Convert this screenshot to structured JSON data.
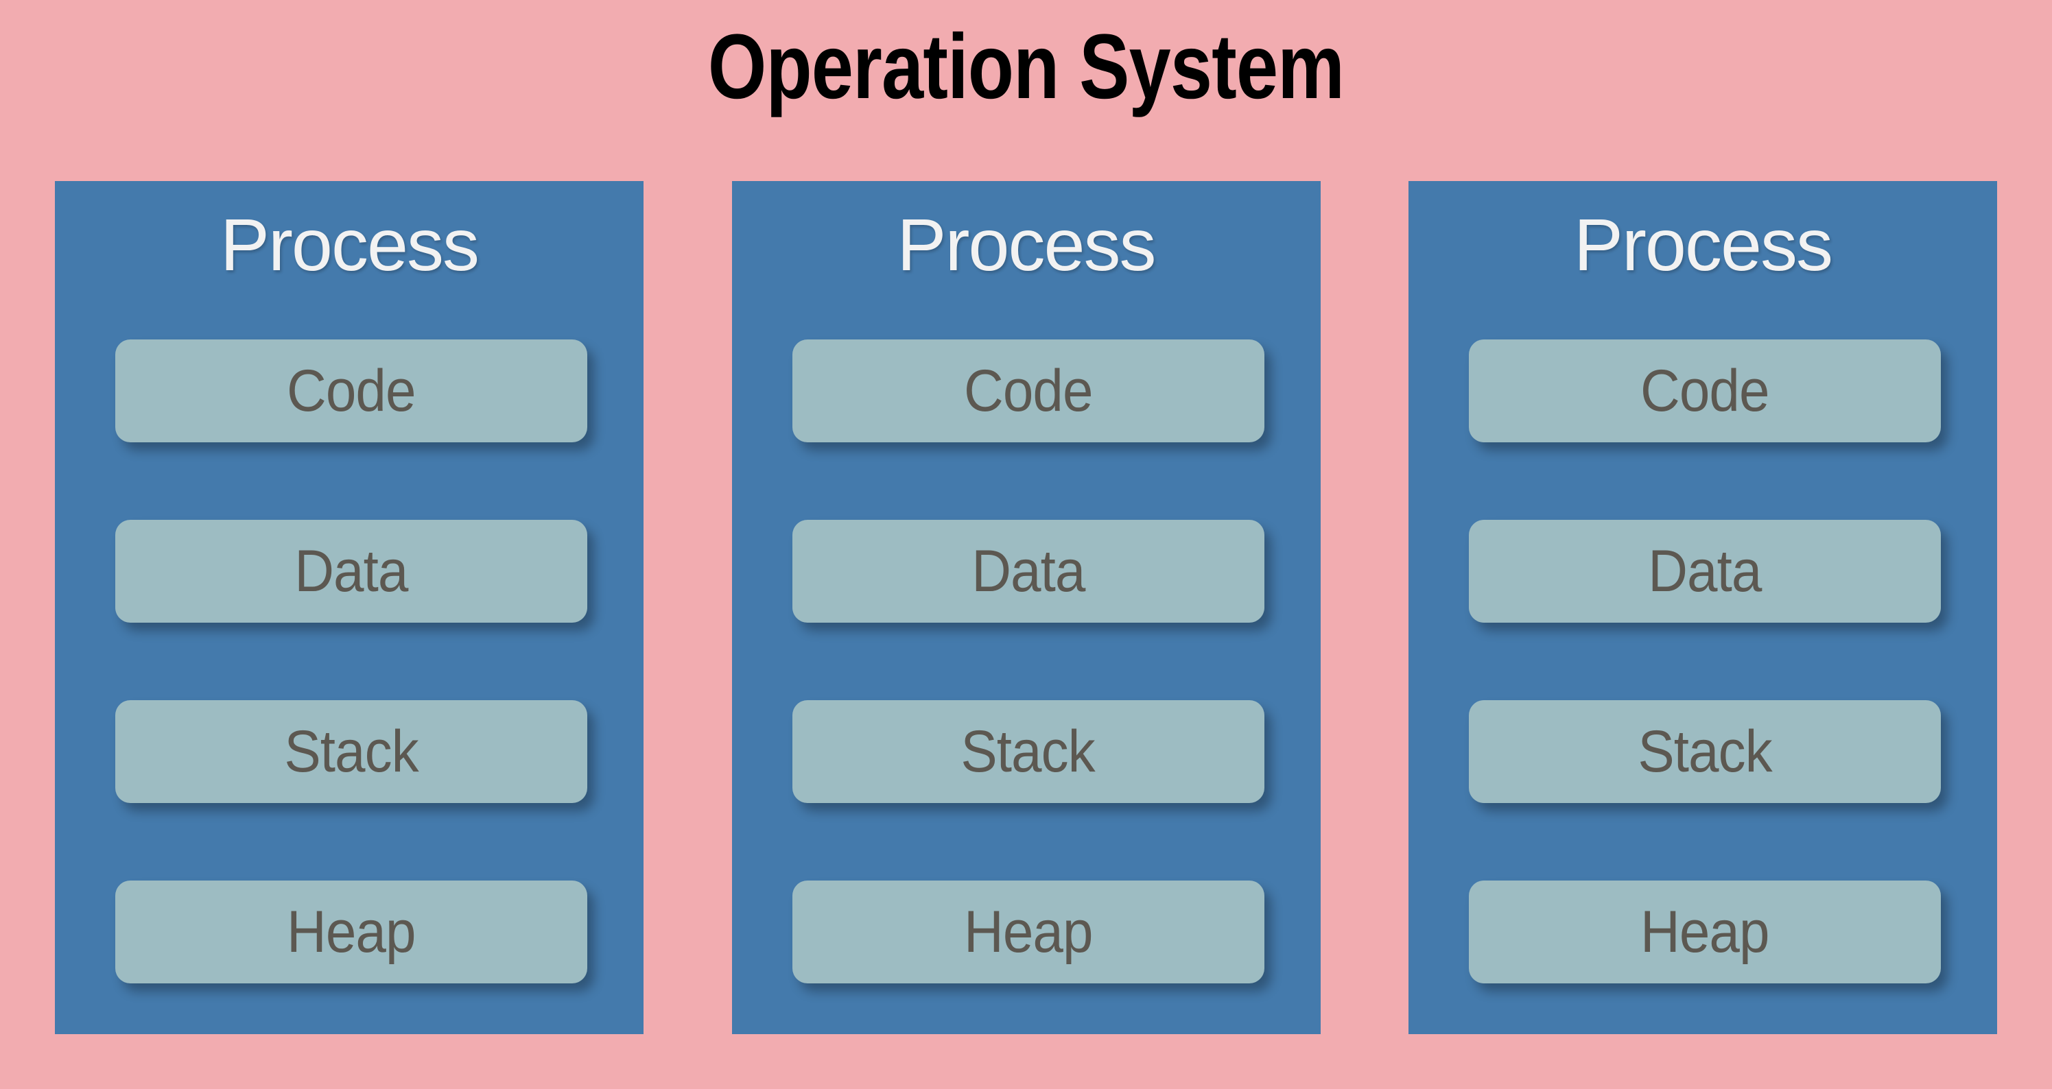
{
  "diagram": {
    "title": "Operation System",
    "background_color": "#f2acb0",
    "panel_color": "#447aac",
    "segment_color": "#9dbcc2",
    "title_color": "#000000",
    "panel_title_color": "#f2f2f2",
    "segment_text_color": "#5c5851",
    "processes": [
      {
        "title": "Process",
        "segments": [
          {
            "label": "Code"
          },
          {
            "label": "Data"
          },
          {
            "label": "Stack"
          },
          {
            "label": "Heap"
          }
        ]
      },
      {
        "title": "Process",
        "segments": [
          {
            "label": "Code"
          },
          {
            "label": "Data"
          },
          {
            "label": "Stack"
          },
          {
            "label": "Heap"
          }
        ]
      },
      {
        "title": "Process",
        "segments": [
          {
            "label": "Code"
          },
          {
            "label": "Data"
          },
          {
            "label": "Stack"
          },
          {
            "label": "Heap"
          }
        ]
      }
    ]
  }
}
